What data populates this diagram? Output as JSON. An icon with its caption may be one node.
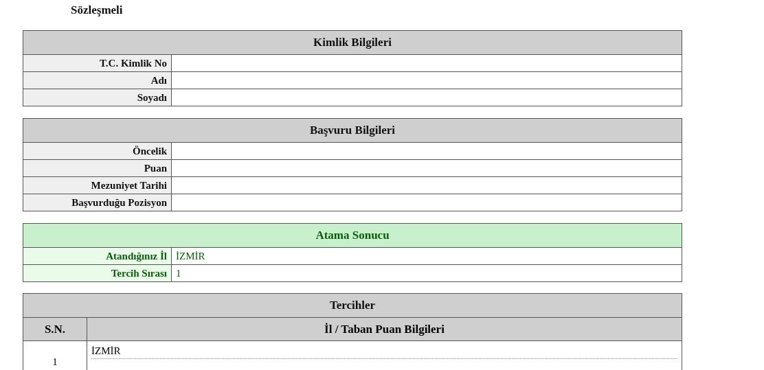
{
  "diagram": {
    "title": "Sözleşmeli",
    "labels": [
      "Kimlik Bilgileri",
      "T.C. Kimlik No",
      "Adı",
      "Soyadı",
      "Başvuru Bilgileri",
      "Öncelik",
      "Puan",
      "Mezuniyet Tarihi",
      "Başvurduğu Pozisyon",
      "Atama Sonucu",
      "Atandığınız İl",
      "İZMİR",
      "Tercih Sırası",
      "1",
      "Tercihler",
      "S.N.",
      "İl / Taban Puan Bilgileri",
      "1",
      "İZMİR"
    ]
  }
}
